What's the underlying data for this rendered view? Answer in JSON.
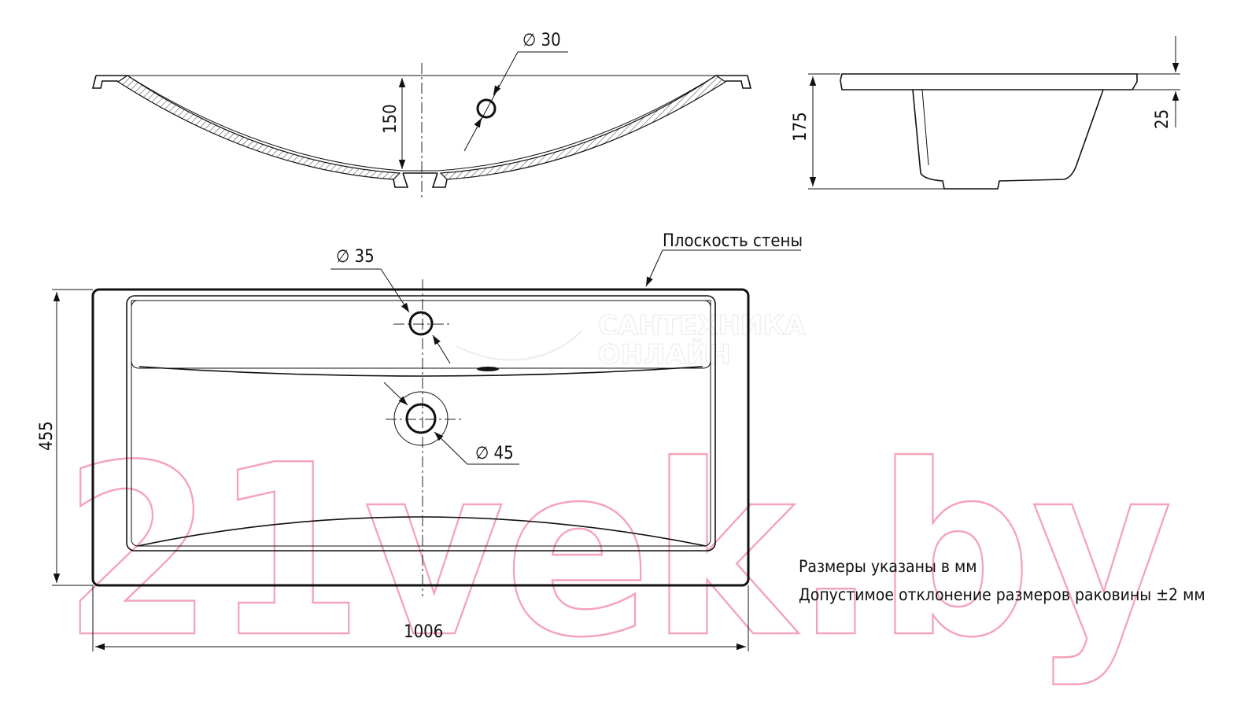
{
  "dimensions": {
    "side_hole_diameter": "∅ 30",
    "side_depth": "150",
    "profile_height": "175",
    "rim_thickness": "25",
    "tap_hole_diameter": "∅ 35",
    "drain_diameter": "∅ 45",
    "plan_depth": "455",
    "plan_width": "1006"
  },
  "labels": {
    "wall_plane": "Плоскость стены",
    "note_units": "Размеры указаны в мм",
    "note_tolerance": "Допустимое отклонение размеров раковины ±2 мм"
  },
  "watermark": {
    "main": "21vek.by",
    "sub_line1": "САНТЕХНИКА",
    "sub_line2": "ОНЛАЙН"
  }
}
